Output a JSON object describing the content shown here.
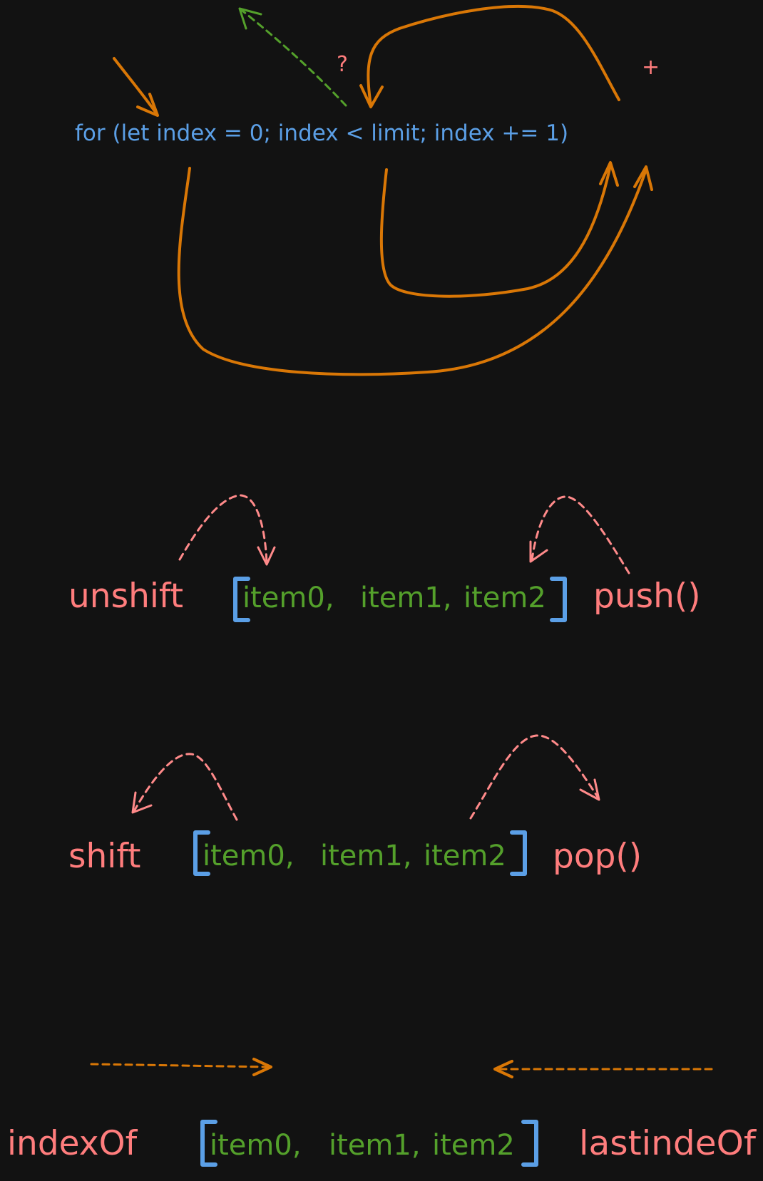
{
  "colors": {
    "background": "#121212",
    "code": "#5b9fe6",
    "method": "#ff7d7d",
    "item": "#54a02b",
    "arrow_orange": "#d97706",
    "arrow_pink": "#ff8a8a",
    "arrow_green": "#54a02b"
  },
  "loop": {
    "code": "for (let index = 0; index < limit; index += 1)",
    "question_mark": "?",
    "plus_mark": "+"
  },
  "array_items": [
    "item0,",
    "item1,",
    "item2"
  ],
  "row_push": {
    "left_label": "unshift",
    "right_label": "push()"
  },
  "row_pop": {
    "left_label": "shift",
    "right_label": "pop()"
  },
  "row_search": {
    "left_label": "indexOf",
    "right_label": "lastindeOf"
  }
}
